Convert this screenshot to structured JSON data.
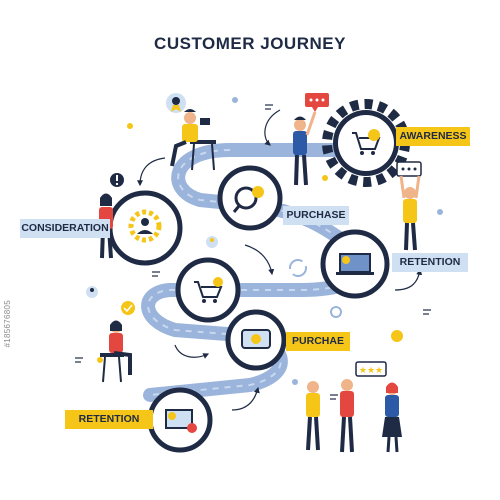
{
  "title": "CUSTOMER JOURNEY",
  "stages": [
    {
      "label": "AWARENESS",
      "icon": "cart-icon"
    },
    {
      "label": "PURCHASE",
      "icon": "search-settings-icon"
    },
    {
      "label": "CONSIDERATION",
      "icon": "person-gear-icon"
    },
    {
      "label": "RETENTION",
      "icon": "laptop-icon"
    },
    {
      "label": "PURCHAE",
      "icon": "chat-dollar-icon"
    },
    {
      "label": "RETENTION",
      "icon": "certificate-icon"
    }
  ],
  "cart_stage_icon": "cart-check-icon",
  "side_code": "#185676805",
  "colors": {
    "road": "#9bb4dc",
    "ring": "#1f2a44",
    "accent": "#f5c518",
    "label_blue": "#cfe0f2"
  }
}
